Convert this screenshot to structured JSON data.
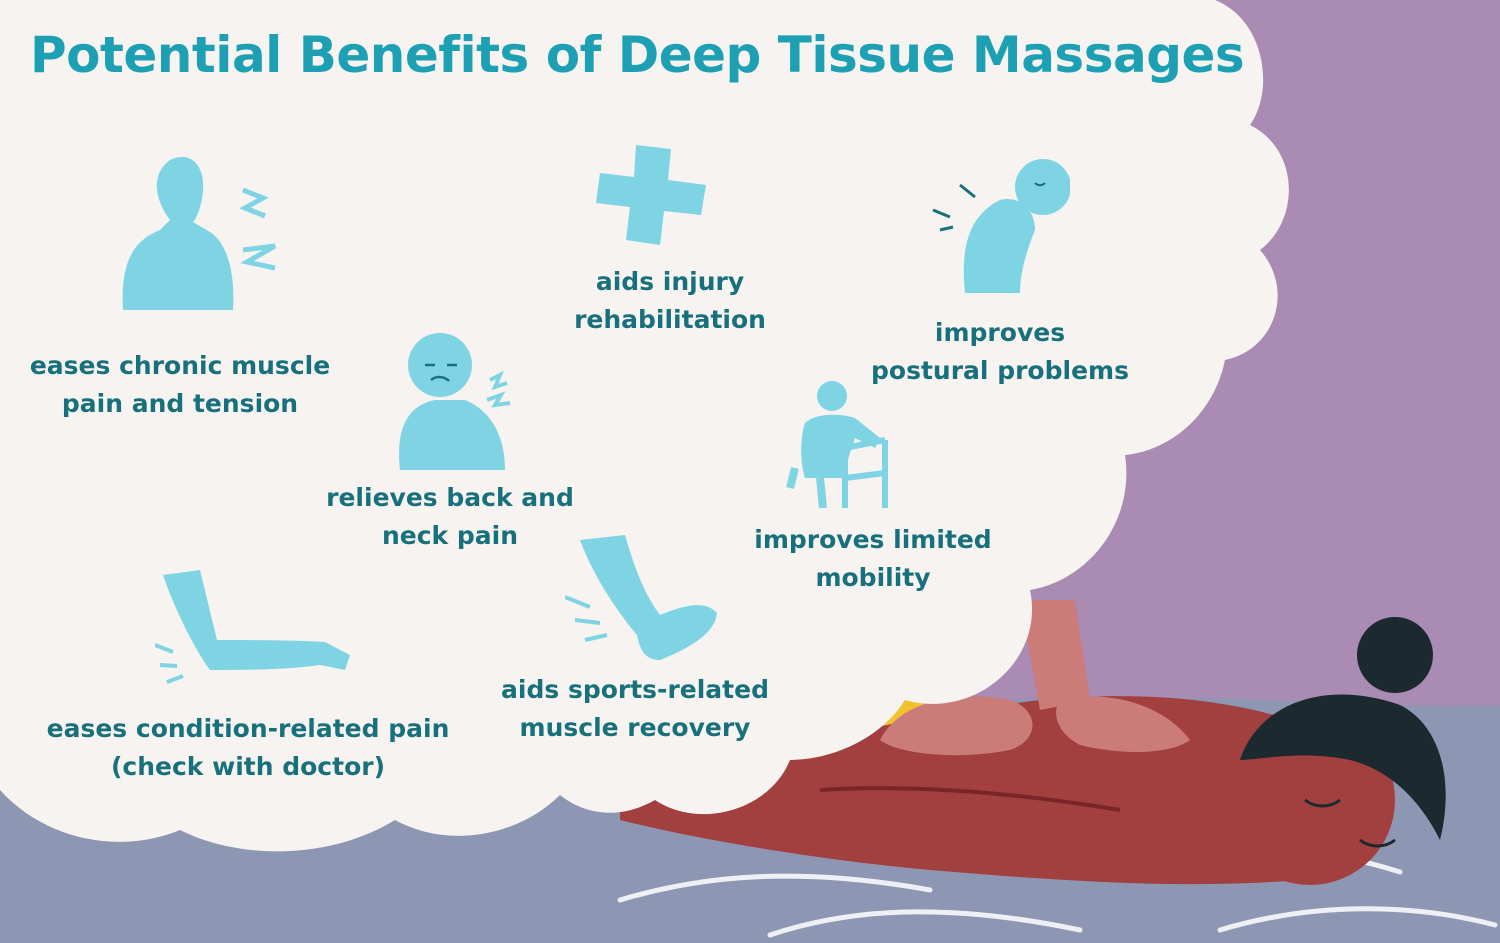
{
  "title": "Potential Benefits of Deep Tissue Massages",
  "colors": {
    "title": "#1ea0b4",
    "label_text": "#17707c",
    "icon_fill": "#7fd4e4",
    "cloud": "#f6f3f1",
    "wall": "#a98bb3",
    "bed": "#8d97b3",
    "skin": "#a23f3f",
    "therapist_skin": "#cc7c78",
    "towel": "#f2c12e",
    "hair": "#1c2a30"
  },
  "benefits": [
    {
      "icon": "sore-shoulder-person-icon",
      "line1": "eases chronic muscle",
      "line2": "pain and tension"
    },
    {
      "icon": "neck-pain-person-icon",
      "line1": "relieves back and",
      "line2": "neck pain"
    },
    {
      "icon": "medical-cross-icon",
      "line1": "aids injury",
      "line2": "rehabilitation"
    },
    {
      "icon": "hunched-posture-person-icon",
      "line1": "improves",
      "line2": "postural problems"
    },
    {
      "icon": "walker-person-icon",
      "line1": "improves limited",
      "line2": "mobility"
    },
    {
      "icon": "sore-arm-icon",
      "line1": "eases condition-related pain",
      "line2": "(check with doctor)"
    },
    {
      "icon": "sore-leg-foot-icon",
      "line1": "aids sports-related",
      "line2": "muscle recovery"
    }
  ]
}
